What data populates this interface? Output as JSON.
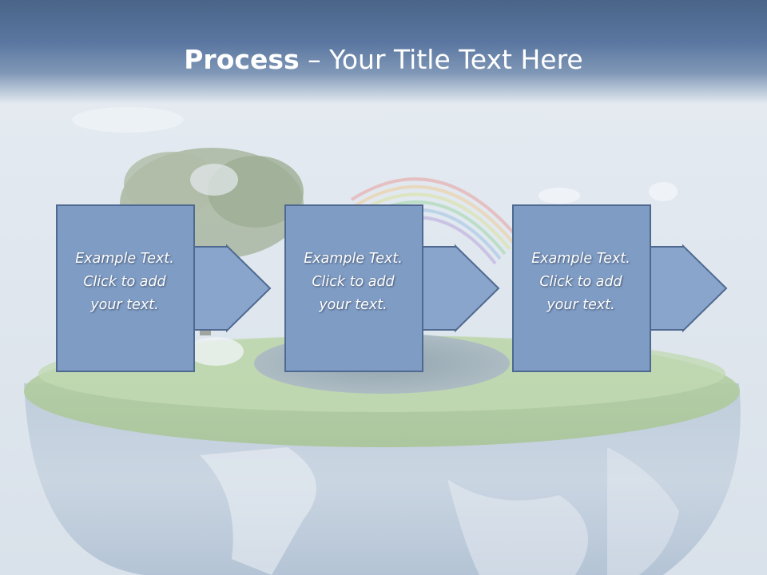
{
  "slide": {
    "title_bold": "Process",
    "title_rest": " – Your Title Text Here"
  },
  "colors": {
    "title_bar": "#5a76a0",
    "box_fill": "#7f9cc4",
    "box_stroke": "#4f6990",
    "arrow_fill": "#8aa5cb",
    "text": "#ffffff"
  },
  "steps": [
    {
      "line1": "Example Text.",
      "line2": "Click  to add",
      "line3": "your text."
    },
    {
      "line1": "Example Text.",
      "line2": "Click  to add",
      "line3": "your text."
    },
    {
      "line1": "Example Text.",
      "line2": "Click  to add",
      "line3": "your text."
    }
  ]
}
